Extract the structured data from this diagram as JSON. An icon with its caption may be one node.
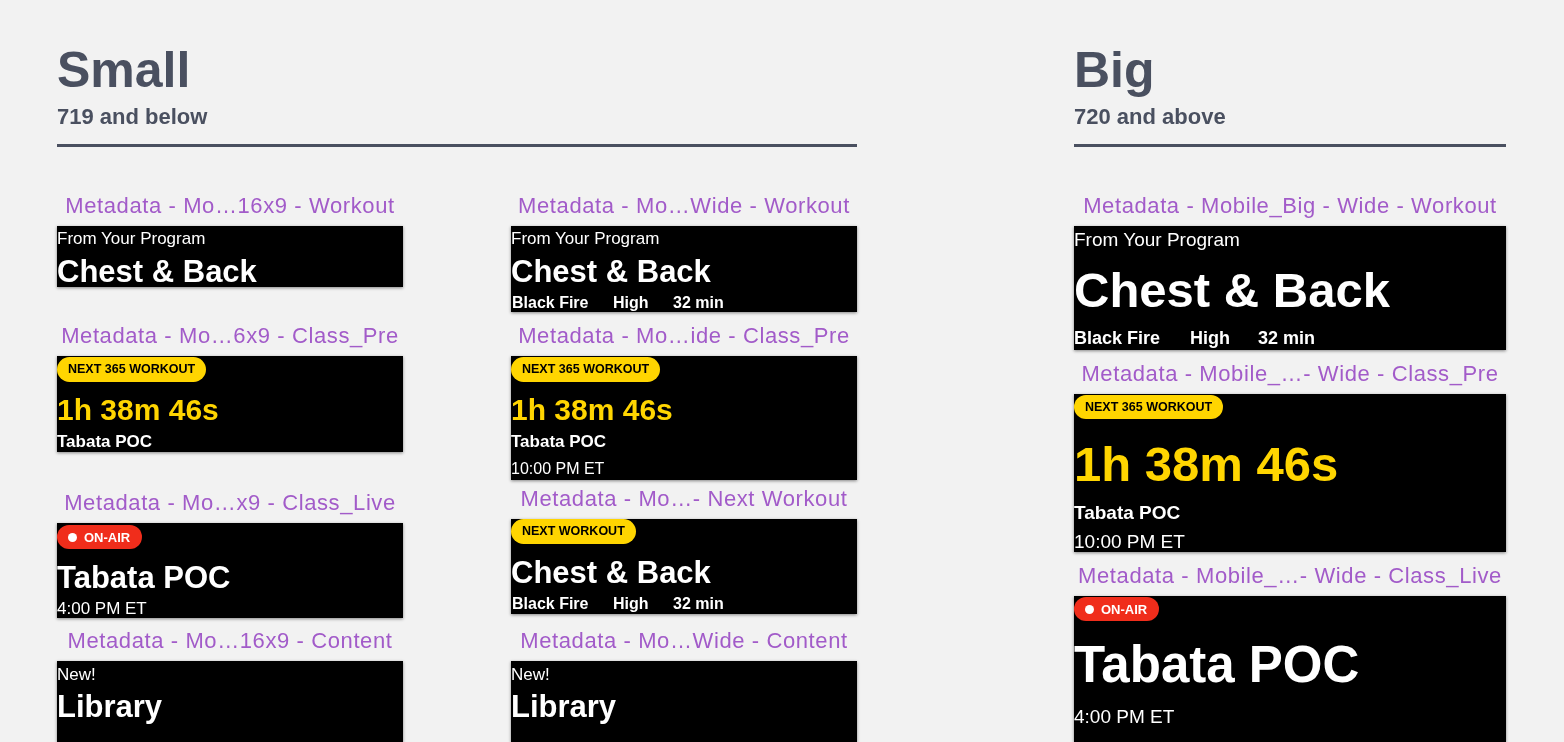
{
  "diagram": {
    "nodes": [
      {
        "text": [
          "Metadata - Mo…16x9 - Workout",
          "From Your Program",
          "Chest & Back"
        ]
      },
      {
        "text": [
          "Metadata - Mo…6x9 - Class_Pre",
          "1h 38m 46s",
          "Tabata POC"
        ]
      },
      {
        "text": [
          "NEXT 365 WORKOUT"
        ],
        "in": 1
      },
      {
        "text": [
          "Metadata - Mo…x9 - Class_Live",
          "Tabata POC",
          "4:00 PM ET"
        ]
      },
      {
        "text": [
          "ON-AIR"
        ],
        "in": 3
      },
      {
        "text": [
          "Metadata - Mo…16x9 - Content",
          "New!",
          "Library"
        ]
      },
      {
        "text": [
          "Metadata - Mo…Wide - Workout",
          "From Your Program",
          "Chest & Back",
          "Black Fire",
          "High",
          "32 min"
        ]
      },
      {
        "text": [
          "Metadata - Mo…ide - Class_Pre",
          "1h 38m 46s",
          "Tabata POC",
          "10:00 PM ET"
        ]
      },
      {
        "text": [
          "NEXT 365 WORKOUT"
        ],
        "in": 7
      },
      {
        "text": [
          "Metadata - Mo…- Next Workout",
          "Chest & Back",
          "Black Fire",
          "High",
          "32 min"
        ]
      },
      {
        "text": [
          "NEXT WORKOUT"
        ],
        "in": 9
      },
      {
        "text": [
          "Metadata - Mo…Wide - Content",
          "New!",
          "Library"
        ]
      },
      {
        "text": [
          "Metadata - Mobile_Big - Wide - Workout",
          "From Your Program",
          "Chest & Back",
          "Black Fire",
          "High",
          "32 min"
        ]
      },
      {
        "text": [
          "Metadata - Mobile_…- Wide - Class_Pre",
          "1h 38m 46s",
          "Tabata POC",
          "10:00 PM ET"
        ]
      },
      {
        "text": [
          "NEXT 365 WORKOUT"
        ],
        "in": 13
      },
      {
        "text": [
          "Metadata - Mobile_…- Wide - Class_Live",
          "Tabata POC",
          "4:00 PM ET"
        ]
      },
      {
        "text": [
          "ON-AIR"
        ],
        "in": 15
      }
    ],
    "labels": [
      "Small",
      "719 and below",
      "Big",
      "720 and above"
    ]
  }
}
